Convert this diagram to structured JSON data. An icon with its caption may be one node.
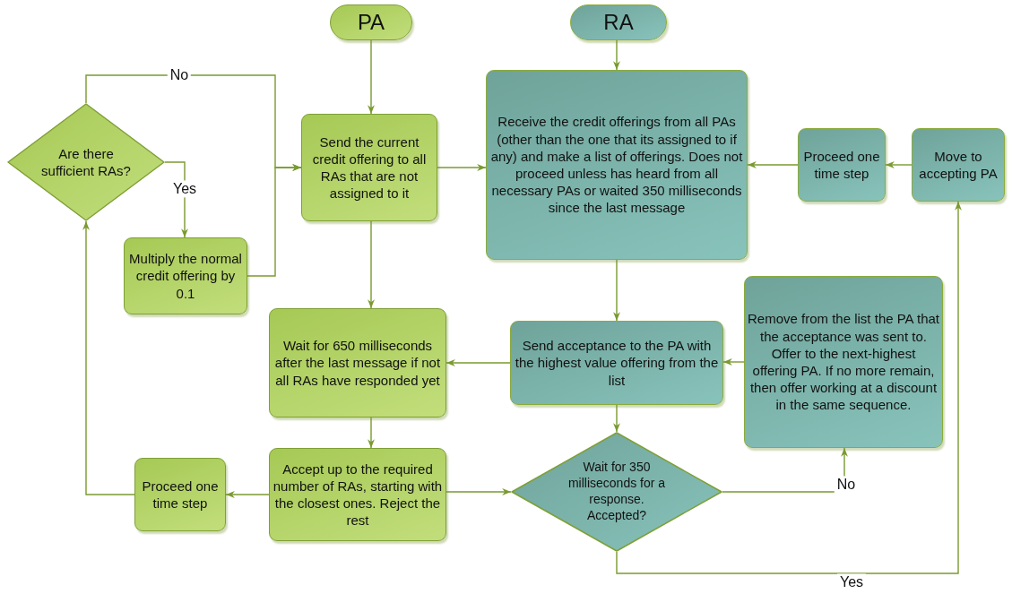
{
  "diagram": {
    "nodes": [
      {
        "text": [
          "PA"
        ]
      },
      {
        "text": [
          "RA"
        ]
      },
      {
        "text": [
          "Are there sufficient RAs?"
        ]
      },
      {
        "text": [
          "Send the current credit offering to all RAs that are not assigned to it"
        ]
      },
      {
        "text": [
          "Receive the credit offerings from all PAs (other than the one that its assigned to if any) and make a list of offerings. Does not proceed unless has heard from all necessary PAs or waited 350 milliseconds since the last message"
        ]
      },
      {
        "text": [
          "Proceed one time step"
        ]
      },
      {
        "text": [
          "Move to accepting PA"
        ]
      },
      {
        "text": [
          "Multiply the normal credit offering by 0.1"
        ]
      },
      {
        "text": [
          "Wait for 650 milliseconds after the last message if not all RAs have responded yet"
        ]
      },
      {
        "text": [
          "Send acceptance to the PA with the highest value offering from the list"
        ]
      },
      {
        "text": [
          "Remove from the list the PA that the acceptance was sent to. Offer to the next-highest offering PA. If no more remain, then offer working at a discount in the same sequence."
        ]
      },
      {
        "text": [
          "Proceed one time step"
        ]
      },
      {
        "text": [
          "Accept up to the required number of RAs, starting with the closest ones. Reject the rest"
        ]
      },
      {
        "text": [
          "Wait for 350 milliseconds for a response. Accepted?"
        ]
      }
    ],
    "edges": [
      {
        "from": 0,
        "to": 3,
        "arrow": "to"
      },
      {
        "from": 1,
        "to": 4,
        "arrow": "to"
      },
      {
        "from": 2,
        "to": 3,
        "arrow": "to",
        "label": "No"
      },
      {
        "from": 2,
        "to": 7,
        "arrow": "to",
        "label": "Yes"
      },
      {
        "from": 7,
        "to": 3,
        "arrow": "to"
      },
      {
        "from": 3,
        "to": 4,
        "arrow": "to"
      },
      {
        "from": 3,
        "to": 8,
        "arrow": "to"
      },
      {
        "from": 4,
        "to": 9,
        "arrow": "to"
      },
      {
        "from": 5,
        "to": 4,
        "arrow": "to"
      },
      {
        "from": 6,
        "to": 5,
        "arrow": "to"
      },
      {
        "from": 10,
        "to": 9,
        "arrow": "to"
      },
      {
        "from": 9,
        "to": 8,
        "arrow": "to"
      },
      {
        "from": 9,
        "to": 13,
        "arrow": "to"
      },
      {
        "from": 8,
        "to": 12,
        "arrow": "to"
      },
      {
        "from": 12,
        "to": 11,
        "arrow": "to"
      },
      {
        "from": 11,
        "to": 2,
        "arrow": "to"
      },
      {
        "from": 12,
        "to": 13,
        "arrow": "to"
      },
      {
        "from": 13,
        "to": 10,
        "arrow": "to",
        "label": "No"
      },
      {
        "from": 13,
        "to": 6,
        "arrow": "to",
        "label": "Yes"
      }
    ]
  }
}
